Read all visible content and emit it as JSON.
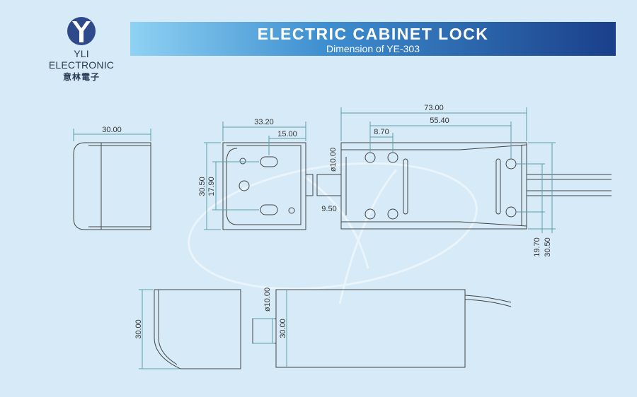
{
  "brand": {
    "name": "YLI ELECTRONIC",
    "name_cn": "意林電子",
    "logo_color": "#2f4a8a"
  },
  "header": {
    "title": "ELECTRIC CABINET LOCK",
    "subtitle": "Dimension of YE-303"
  },
  "colors": {
    "outline": "#444444",
    "dimension": "#5aa0a8",
    "background": "#d6eaf7"
  },
  "dimensions": {
    "side_width": "30.00",
    "front_width": "33.20",
    "front_hole_offset": "15.00",
    "front_height": "30.50",
    "front_hole_spacing": "17.90",
    "body_diameter": "ø10.00",
    "bolt_length": "9.50",
    "top_length": "73.00",
    "top_hole_spacing": "55.40",
    "top_small_spacing": "8.70",
    "top_height_inner": "19.70",
    "top_height": "30.50",
    "bottom_left_height": "30.00",
    "bottom_bolt_diameter": "ø10.00",
    "bottom_right_height": "30.00"
  }
}
